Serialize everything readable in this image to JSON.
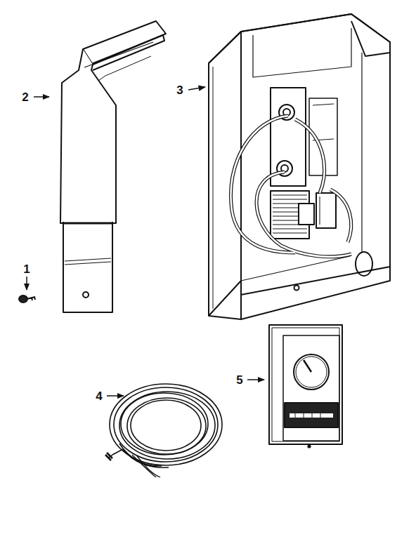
{
  "diagram": {
    "labels": [
      "2",
      "3",
      "1",
      "4",
      "5"
    ]
  }
}
